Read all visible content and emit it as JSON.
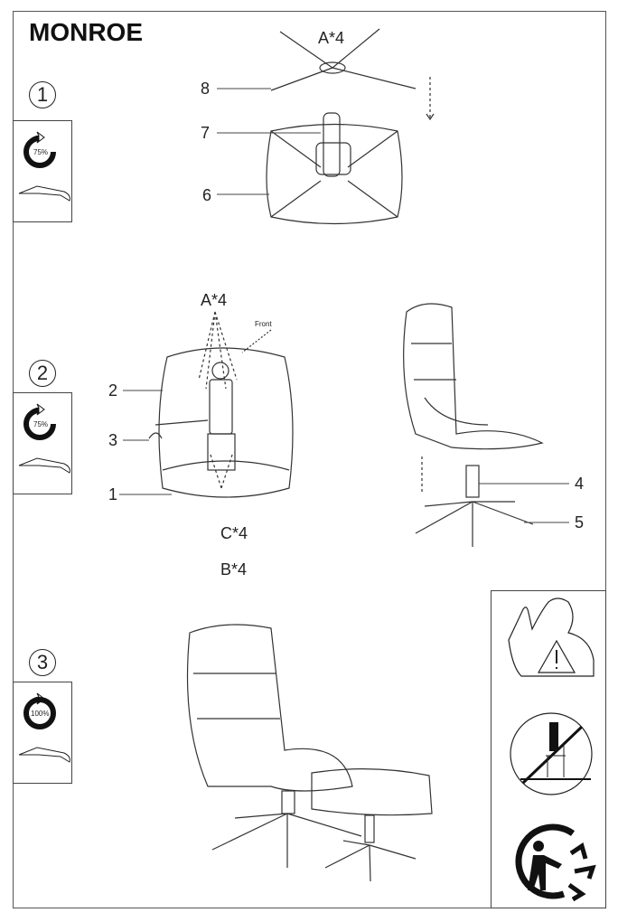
{
  "title": "MONROE",
  "steps": [
    {
      "number": "1",
      "torque": "75%"
    },
    {
      "number": "2",
      "torque": "75%"
    },
    {
      "number": "3",
      "torque": "100%"
    }
  ],
  "step1": {
    "labels": {
      "a": "A*4",
      "p8": "8",
      "p7": "7",
      "p6": "6"
    }
  },
  "step2": {
    "labels": {
      "a": "A*4",
      "front": "Front",
      "p2": "2",
      "p3": "3",
      "p1": "1",
      "c": "C*4",
      "b": "B*4",
      "p4": "4",
      "p5": "5"
    }
  },
  "warnings": [
    "warning-person-icon",
    "no-standing-icon",
    "recycle-icon"
  ]
}
